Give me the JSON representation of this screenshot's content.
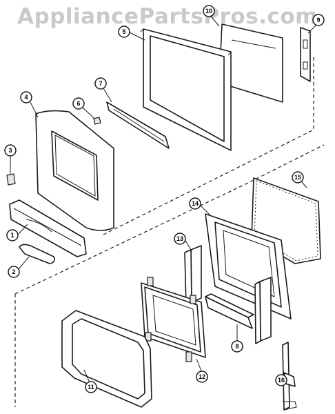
{
  "watermark": "AppliancePartsPros.com",
  "callouts": [
    "1",
    "2",
    "3",
    "4",
    "5",
    "6",
    "7",
    "8",
    "9",
    "10",
    "11",
    "12",
    "13",
    "14",
    "15",
    "16"
  ]
}
